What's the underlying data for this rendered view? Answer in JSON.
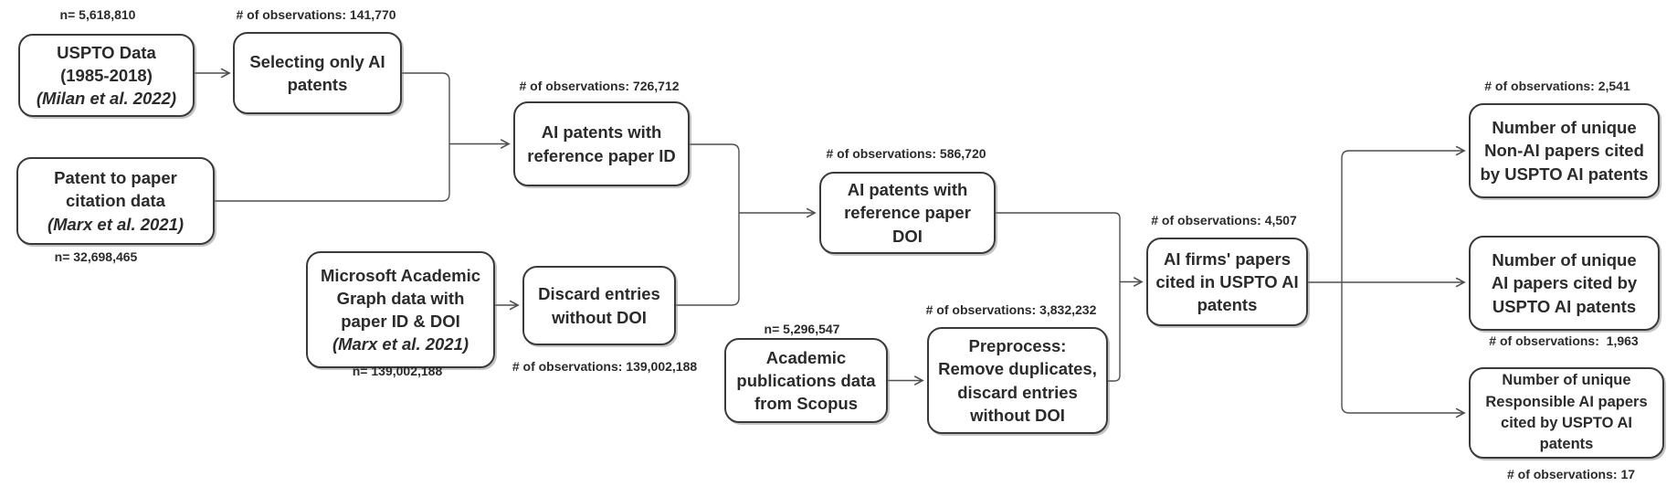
{
  "diagram": {
    "type": "flowchart",
    "background": "#ffffff",
    "colors": {
      "box_border": "#3a3a3a",
      "box_fill": "#ffffff",
      "connector": "#4f4f4f",
      "text": "#2b2b2b"
    },
    "nodes": {
      "uspto": {
        "lines": [
          "USPTO Data",
          "(1985-2018)",
          "(Milan et al. 2022)"
        ]
      },
      "selecting": {
        "lines": [
          "Selecting only AI",
          "patents"
        ]
      },
      "patent_citation": {
        "lines": [
          "Patent to paper",
          "citation data",
          "(Marx et al. 2021)"
        ]
      },
      "ai_patents_id": {
        "lines": [
          "AI patents with",
          "reference paper ID"
        ]
      },
      "microsoft": {
        "lines": [
          "Microsoft Academic",
          "Graph data with",
          "paper ID & DOI",
          "(Marx et al. 2021)"
        ]
      },
      "discard": {
        "lines": [
          "Discard entries",
          "without DOI"
        ]
      },
      "ai_patents_doi": {
        "lines": [
          "AI patents with",
          "reference paper",
          "DOI"
        ]
      },
      "scopus": {
        "lines": [
          "Academic",
          "publications data",
          "from Scopus"
        ]
      },
      "preprocess": {
        "lines": [
          "Preprocess:",
          "Remove duplicates,",
          "discard entries",
          "without DOI"
        ]
      },
      "ai_firms": {
        "lines": [
          "AI firms' papers",
          "cited in USPTO AI",
          "patents"
        ]
      },
      "out_non_ai": {
        "lines": [
          "Number of unique",
          "Non-AI papers cited",
          "by USPTO AI patents"
        ]
      },
      "out_ai": {
        "lines": [
          "Number of unique",
          "AI papers cited by",
          "USPTO AI patents"
        ]
      },
      "out_responsible": {
        "lines": [
          "Number of unique",
          "Responsible AI papers",
          "cited by USPTO AI",
          "patents"
        ]
      }
    },
    "annotations": {
      "uspto_n": "n= 5,618,810",
      "selecting_obs": "# of observations: 141,770",
      "patent_citation_n": "n= 32,698,465",
      "ai_patents_id_obs": "# of observations: 726,712",
      "microsoft_n": "n= 139,002,188",
      "discard_obs": "# of observations: 139,002,188",
      "ai_patents_doi_obs": "# of observations: 586,720",
      "scopus_n": "n= 5,296,547",
      "preprocess_obs": "# of observations: 3,832,232",
      "ai_firms_obs": "# of observations: 4,507",
      "out_non_ai_obs": "# of observations: 2,541",
      "out_ai_obs": "# of observations:  1,963",
      "out_responsible_obs": "# of observations: 17"
    }
  }
}
